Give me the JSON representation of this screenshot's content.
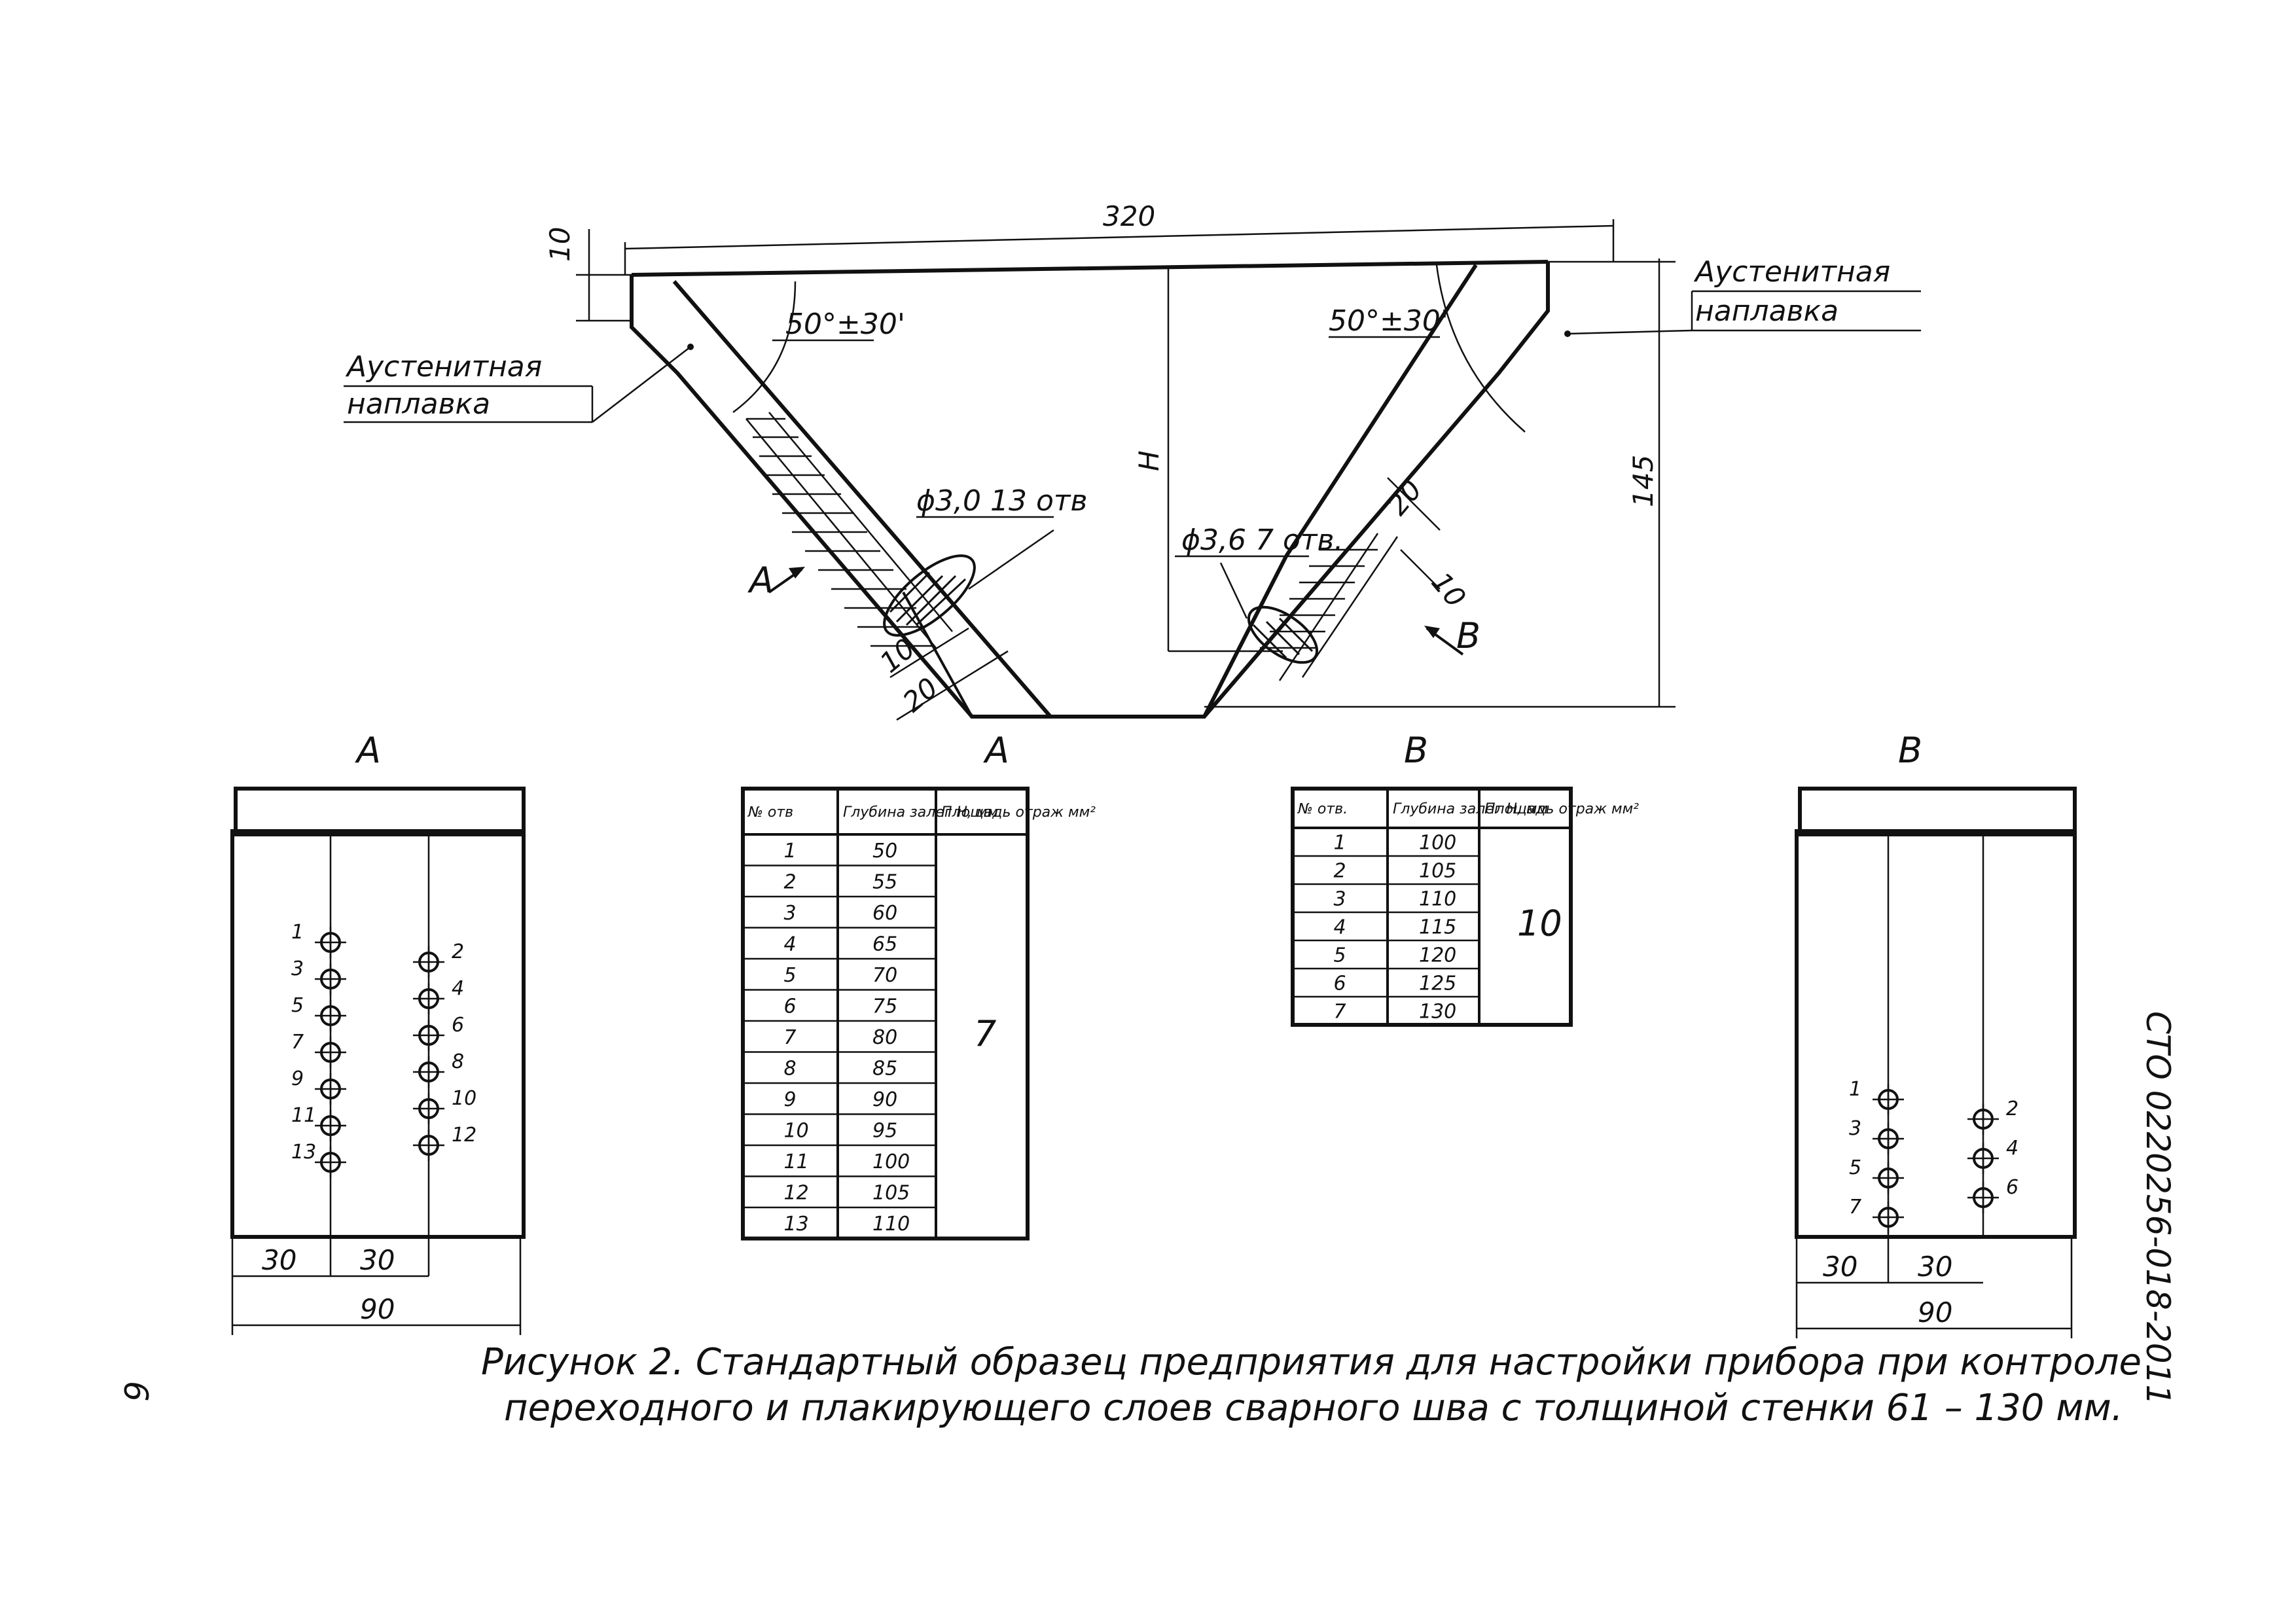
{
  "labels": {
    "austenitic_left": [
      "Аустенитная",
      "наплавка"
    ],
    "austenitic_right": [
      "Аустенитная",
      "наплавка"
    ],
    "dim_width": "320",
    "dim_top": "10",
    "dim_height": "145",
    "dim_h": "H",
    "angle_left": "50°±30'",
    "angle_right": "50°±30'",
    "holes_left": "ϕ3,0 13 отв",
    "holes_right": "ϕ3,6 7 отв.",
    "dim_left_10": "10",
    "dim_left_20": "20",
    "dim_right_20": "20",
    "dim_right_10": "10",
    "arrow_a": "A",
    "arrow_b": "B"
  },
  "views": {
    "view_a_title": "A",
    "view_a_table_title": "A",
    "view_b_table_title": "B",
    "view_b_title": "B"
  },
  "plate_a": {
    "left_holes": [
      "1",
      "3",
      "5",
      "7",
      "9",
      "11",
      "13"
    ],
    "right_holes": [
      "2",
      "4",
      "6",
      "8",
      "10",
      "12"
    ],
    "dims": [
      "30",
      "30",
      "90"
    ]
  },
  "plate_b": {
    "left_holes": [
      "1",
      "3",
      "5",
      "7"
    ],
    "right_holes": [
      "2",
      "4",
      "6"
    ],
    "dims": [
      "30",
      "30",
      "90"
    ]
  },
  "table_a": {
    "headers": [
      "№ отв",
      "Глубина залег H, мм",
      "Площадь отраж мм²"
    ],
    "rows": [
      [
        "1",
        "50"
      ],
      [
        "2",
        "55"
      ],
      [
        "3",
        "60"
      ],
      [
        "4",
        "65"
      ],
      [
        "5",
        "70"
      ],
      [
        "6",
        "75"
      ],
      [
        "7",
        "80"
      ],
      [
        "8",
        "85"
      ],
      [
        "9",
        "90"
      ],
      [
        "10",
        "95"
      ],
      [
        "11",
        "100"
      ],
      [
        "12",
        "105"
      ],
      [
        "13",
        "110"
      ]
    ],
    "area": "7"
  },
  "table_b": {
    "headers": [
      "№ отв.",
      "Глубина залег H, мм",
      "Площадь отраж мм²"
    ],
    "rows": [
      [
        "1",
        "100"
      ],
      [
        "2",
        "105"
      ],
      [
        "3",
        "110"
      ],
      [
        "4",
        "115"
      ],
      [
        "5",
        "120"
      ],
      [
        "6",
        "125"
      ],
      [
        "7",
        "130"
      ]
    ],
    "area": "10"
  },
  "caption": {
    "line1": "Рисунок 2. Стандартный образец предприятия для настройки прибора при контроле",
    "line2": "переходного и плакирующего слоев сварного шва с толщиной стенки 61 – 130 мм."
  },
  "doc_code": "СТО 0220256-018-2011",
  "page_number": "6"
}
